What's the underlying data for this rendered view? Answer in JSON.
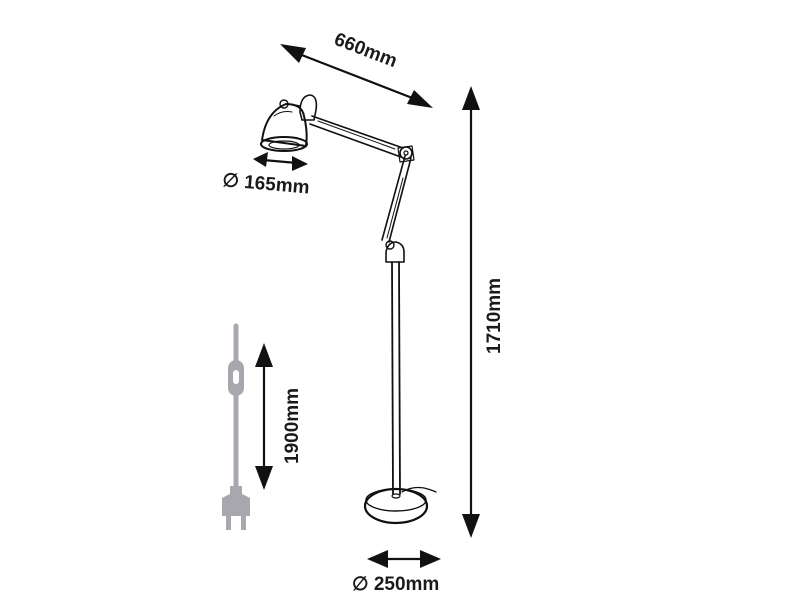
{
  "dimensions": {
    "arm_reach": "660mm",
    "shade_diameter": "∅ 165mm",
    "height": "1710mm",
    "cable_length": "1900mm",
    "base_diameter": "∅ 250mm"
  },
  "colors": {
    "line": "#111111",
    "cable": "#a7a7ad",
    "background": "#ffffff"
  }
}
